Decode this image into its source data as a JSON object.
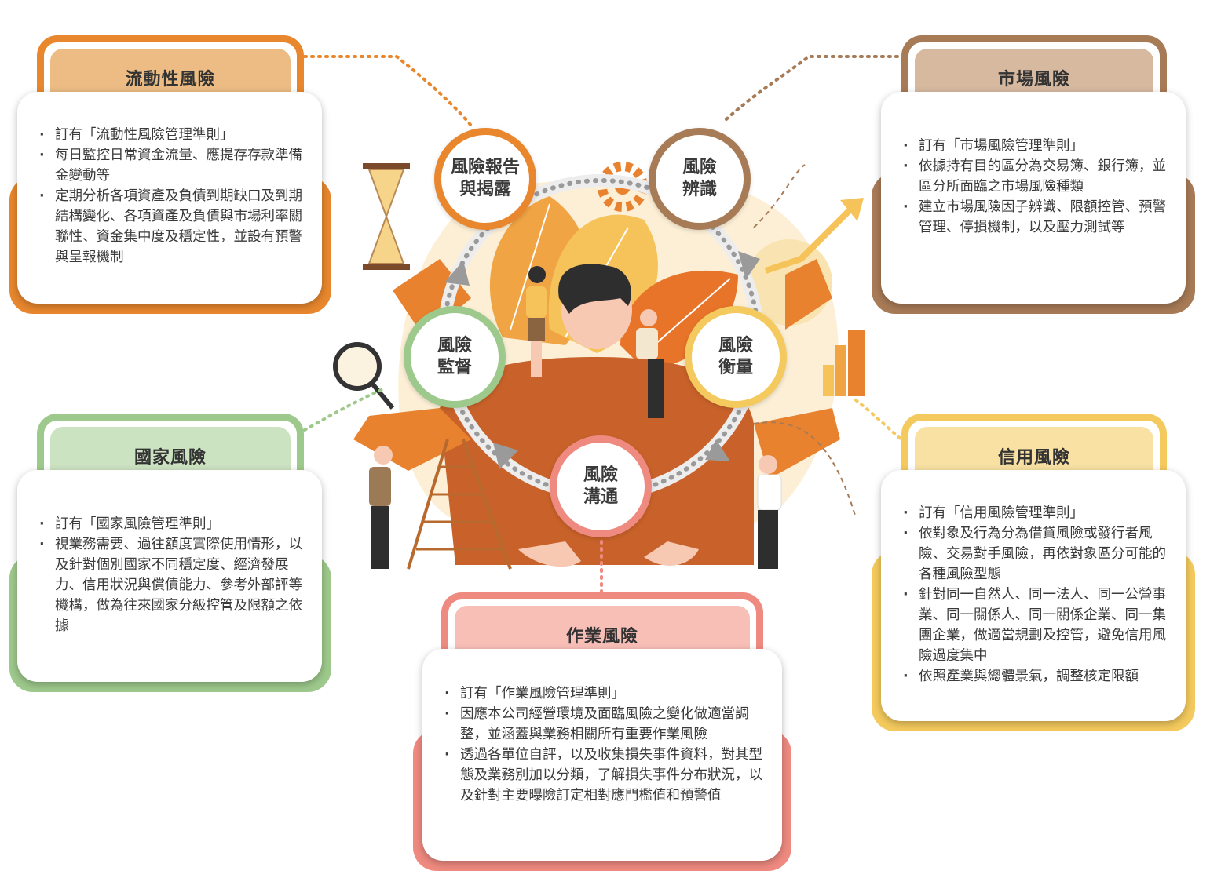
{
  "colors": {
    "liquidity": "#E8872E",
    "liquidity_tab": "#ECBC84",
    "market": "#A87B57",
    "market_tab": "#D7B9A0",
    "country": "#9EC98C",
    "country_tab": "#CCE3C2",
    "credit": "#F4CA5E",
    "credit_tab": "#F8E1A3",
    "operational": "#EF8A80",
    "operational_tab": "#F8BFB7"
  },
  "cycle": {
    "report": "風險報告\n與揭露",
    "identify": "風險\n辨識",
    "measure": "風險\n衡量",
    "communicate": "風險\n溝通",
    "monitor": "風險\n監督"
  },
  "cards": {
    "liquidity": {
      "title": "流動性風險",
      "items": [
        "訂有「流動性風險管理準則」",
        "每日監控日常資金流量、應提存存款準備金變動等",
        "定期分析各項資產及負債到期缺口及到期結構變化、各項資產及負債與市場利率關聯性、資金集中度及穩定性，並設有預警與呈報機制"
      ]
    },
    "market": {
      "title": "市場風險",
      "items": [
        "訂有「市場風險管理準則」",
        "依據持有目的區分為交易簿、銀行簿，並區分所面臨之市場風險種類",
        "建立市場風險因子辨識、限額控管、預警管理、停損機制，以及壓力測試等"
      ]
    },
    "country": {
      "title": "國家風險",
      "items": [
        "訂有「國家風險管理準則」",
        "視業務需要、過往額度實際使用情形，以及針對個別國家不同穩定度、經濟發展力、信用狀況與償債能力、參考外部評等機構，做為往來國家分級控管及限額之依據"
      ]
    },
    "credit": {
      "title": "信用風險",
      "items": [
        "訂有「信用風險管理準則」",
        "依對象及行為分為借貸風險或發行者風險、交易對手風險，再依對象區分可能的各種風險型態",
        "針對同一自然人、同一法人、同一公營事業、同一關係人、同一關係企業、同一集團企業，做適當規劃及控管，避免信用風險過度集中",
        "依照產業與總體景氣，調整核定限額"
      ]
    },
    "operational": {
      "title": "作業風險",
      "items": [
        "訂有「作業風險管理準則」",
        "因應本公司經營環境及面臨風險之變化做適當調整，並涵蓋與業務相關所有重要作業風險",
        "透過各單位自評，以及收集損失事件資料，對其型態及業務別加以分類，了解損失事件分布狀況，以及針對主要曝險訂定相對應門檻值和預警值"
      ]
    }
  }
}
